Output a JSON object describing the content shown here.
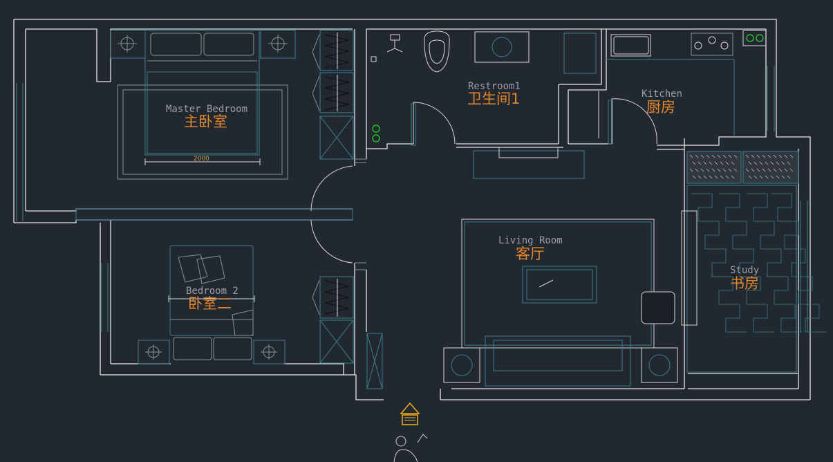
{
  "plan": {
    "rooms": [
      {
        "id": "master-bedroom",
        "en": "Master Bedroom",
        "cn": "主卧室"
      },
      {
        "id": "restroom",
        "en": "Restroom1",
        "cn": "卫生间1"
      },
      {
        "id": "kitchen",
        "en": "Kitchen",
        "cn": "厨房"
      },
      {
        "id": "living-room",
        "en": "Living Room",
        "cn": "客厅"
      },
      {
        "id": "study",
        "en": "Study",
        "cn": "书房"
      },
      {
        "id": "bedroom2",
        "en": "Bedroom 2",
        "cn": "卧室二"
      }
    ],
    "bed_dimension": "2000",
    "colors": {
      "background": "#212830",
      "walls": "#e6e6e6",
      "furniture": "#3d7f8d",
      "labels_en": "#9a9fa3",
      "labels_cn": "#e6862b",
      "entrance_marker": "#f2b01e",
      "gas_outlets": "#2fd12f"
    },
    "icons": [
      "entrance-arrow-icon",
      "person-icon"
    ]
  }
}
